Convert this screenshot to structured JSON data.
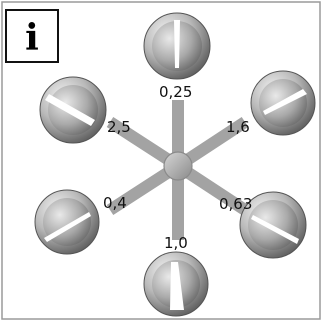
{
  "info_badge": {
    "letter": "i",
    "icon": "info-icon"
  },
  "colors": {
    "panel_background": "#ffffff",
    "panel_border": "#9a9a9a",
    "spoke": "#a3a3a3",
    "knob_dark": "#5a5a5a",
    "knob_light": "#d8d8d8",
    "slot": "#ffffff"
  },
  "settings": [
    {
      "label": "0,25",
      "icon": "adjustment-screw-icon"
    },
    {
      "label": "1,6",
      "icon": "adjustment-screw-icon"
    },
    {
      "label": "0,63",
      "icon": "adjustment-screw-icon"
    },
    {
      "label": "1,0",
      "icon": "adjustment-screw-icon"
    },
    {
      "label": "0,4",
      "icon": "adjustment-screw-icon"
    },
    {
      "label": "2,5",
      "icon": "adjustment-screw-icon"
    }
  ]
}
